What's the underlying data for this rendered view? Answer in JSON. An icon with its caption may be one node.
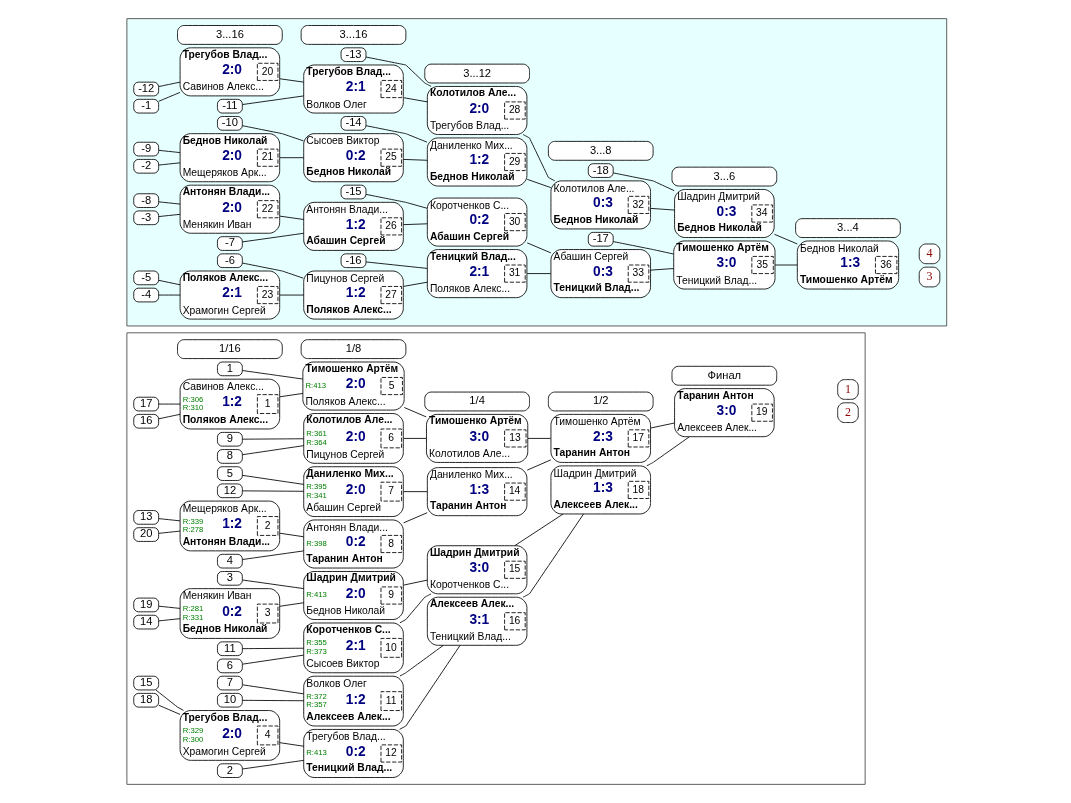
{
  "diagram": {
    "nodes": [
      {
        "text": [],
        "shape": "box"
      },
      {
        "text": [
          "1/16"
        ],
        "in": 0
      },
      {
        "text": [
          "1/8"
        ],
        "in": 0
      },
      {
        "text": [
          "1/4"
        ],
        "in": 0
      },
      {
        "text": [
          "1/2"
        ],
        "in": 0
      },
      {
        "text": [
          "Финал"
        ],
        "in": 0
      },
      {
        "text": [
          "17"
        ],
        "in": 0
      },
      {
        "text": [
          "16"
        ],
        "in": 0
      },
      {
        "text": [
          "13"
        ],
        "in": 0
      },
      {
        "text": [
          "20"
        ],
        "in": 0
      },
      {
        "text": [
          "19"
        ],
        "in": 0
      },
      {
        "text": [
          "14"
        ],
        "in": 0
      },
      {
        "text": [
          "15"
        ],
        "in": 0
      },
      {
        "text": [
          "18"
        ],
        "in": 0
      },
      {
        "text": [
          "Савинов Алекс...",
          "R:306",
          "R:310",
          "1:2",
          "1",
          "Поляков Алекс..."
        ],
        "in": 0
      },
      {
        "text": [
          "Мещеряков Арк...",
          "R:339",
          "R:278",
          "1:2",
          "2",
          "Антонян Влади..."
        ],
        "in": 0
      },
      {
        "text": [
          "Менякин Иван",
          "R:281",
          "R:331",
          "0:2",
          "3",
          "Беднов Николай"
        ],
        "in": 0
      },
      {
        "text": [
          "Трегубов Влад...",
          "R:329",
          "R:300",
          "2:0",
          "4",
          "Храмогин Сергей"
        ],
        "in": 0
      },
      {
        "text": [
          "1"
        ],
        "in": 0
      },
      {
        "text": [
          "9"
        ],
        "in": 0
      },
      {
        "text": [
          "8"
        ],
        "in": 0
      },
      {
        "text": [
          "5"
        ],
        "in": 0
      },
      {
        "text": [
          "12"
        ],
        "in": 0
      },
      {
        "text": [
          "4"
        ],
        "in": 0
      },
      {
        "text": [
          "3"
        ],
        "in": 0
      },
      {
        "text": [
          "11"
        ],
        "in": 0
      },
      {
        "text": [
          "6"
        ],
        "in": 0
      },
      {
        "text": [
          "7"
        ],
        "in": 0
      },
      {
        "text": [
          "10"
        ],
        "in": 0
      },
      {
        "text": [
          "2"
        ],
        "in": 0
      },
      {
        "text": [
          "Тимошенко Артём",
          "R:413",
          "2:0",
          "5",
          "Поляков Алекс..."
        ],
        "in": 0
      },
      {
        "text": [
          "Колотилов Але...",
          "R:361",
          "R:364",
          "2:0",
          "6",
          "Пицунов Сергей"
        ],
        "in": 0
      },
      {
        "text": [
          "Даниленко Мих...",
          "R:395",
          "R:341",
          "2:0",
          "7",
          "Абашин Сергей"
        ],
        "in": 0
      },
      {
        "text": [
          "Антонян Влади...",
          "R:398",
          "0:2",
          "8",
          "Таранин Антон"
        ],
        "in": 0
      },
      {
        "text": [
          "Шадрин Дмитрий",
          "R:413",
          "2:0",
          "9",
          "Беднов Николай"
        ],
        "in": 0
      },
      {
        "text": [
          "Коротченков С...",
          "R:355",
          "R:373",
          "2:1",
          "10",
          "Сысоев Виктор"
        ],
        "in": 0
      },
      {
        "text": [
          "Волков Олег",
          "R:372",
          "R:357",
          "1:2",
          "11",
          "Алексеев Алек..."
        ],
        "in": 0
      },
      {
        "text": [
          "Трегубов Влад...",
          "R:413",
          "0:2",
          "12",
          "Теницкий Влад..."
        ],
        "in": 0
      },
      {
        "text": [
          "Тимошенко Артём",
          "3:0",
          "13",
          "Колотилов Але..."
        ],
        "in": 0
      },
      {
        "text": [
          "Даниленко Мих...",
          "1:3",
          "14",
          "Таранин Антон"
        ],
        "in": 0
      },
      {
        "text": [
          "Шадрин Дмитрий",
          "3:0",
          "15",
          "Коротченков С..."
        ],
        "in": 0
      },
      {
        "text": [
          "Алексеев Алек...",
          "3:1",
          "16",
          "Теницкий Влад..."
        ],
        "in": 0
      },
      {
        "text": [
          "Тимошенко Артём",
          "2:3",
          "17",
          "Таранин Антон"
        ],
        "in": 0
      },
      {
        "text": [
          "Шадрин Дмитрий",
          "1:3",
          "18",
          "Алексеев Алек..."
        ],
        "in": 0
      },
      {
        "text": [
          "Таранин Антон",
          "3:0",
          "19",
          "Алексеев Алек..."
        ],
        "in": 0
      },
      {
        "text": [
          "1"
        ],
        "in": 0
      },
      {
        "text": [
          "2"
        ],
        "in": 0
      },
      {
        "text": [],
        "shape": "box"
      },
      {
        "text": [
          "3...16"
        ],
        "in": 47
      },
      {
        "text": [
          "3...16"
        ],
        "in": 47
      },
      {
        "text": [
          "3...12"
        ],
        "in": 47
      },
      {
        "text": [
          "3...8"
        ],
        "in": 47
      },
      {
        "text": [
          "3...6"
        ],
        "in": 47
      },
      {
        "text": [
          "3...4"
        ],
        "in": 47
      },
      {
        "text": [
          "-12"
        ],
        "in": 47
      },
      {
        "text": [
          "-1"
        ],
        "in": 47
      },
      {
        "text": [
          "-9"
        ],
        "in": 47
      },
      {
        "text": [
          "-2"
        ],
        "in": 47
      },
      {
        "text": [
          "-8"
        ],
        "in": 47
      },
      {
        "text": [
          "-3"
        ],
        "in": 47
      },
      {
        "text": [
          "-5"
        ],
        "in": 47
      },
      {
        "text": [
          "-4"
        ],
        "in": 47
      },
      {
        "text": [
          "Трегубов Влад...",
          "2:0",
          "20",
          "Савинов Алекс..."
        ],
        "in": 47
      },
      {
        "text": [
          "Беднов Николай",
          "2:0",
          "21",
          "Мещеряков Арк..."
        ],
        "in": 47
      },
      {
        "text": [
          "Антонян Влади...",
          "2:0",
          "22",
          "Менякин Иван"
        ],
        "in": 47
      },
      {
        "text": [
          "Поляков Алекс...",
          "2:1",
          "23",
          "Храмогин Сергей"
        ],
        "in": 47
      },
      {
        "text": [
          "-11"
        ],
        "in": 47
      },
      {
        "text": [
          "-10"
        ],
        "in": 47
      },
      {
        "text": [
          "-7"
        ],
        "in": 47
      },
      {
        "text": [
          "-6"
        ],
        "in": 47
      },
      {
        "text": [
          "Трегубов Влад...",
          "2:1",
          "24",
          "Волков Олег"
        ],
        "in": 47
      },
      {
        "text": [
          "Сысоев Виктор",
          "0:2",
          "25",
          "Беднов Николай"
        ],
        "in": 47
      },
      {
        "text": [
          "Антонян Влади...",
          "1:2",
          "26",
          "Абашин Сергей"
        ],
        "in": 47
      },
      {
        "text": [
          "Пицунов Сергей",
          "1:2",
          "27",
          "Поляков Алекс..."
        ],
        "in": 47
      },
      {
        "text": [
          "-13"
        ],
        "in": 47
      },
      {
        "text": [
          "-14"
        ],
        "in": 47
      },
      {
        "text": [
          "-15"
        ],
        "in": 47
      },
      {
        "text": [
          "-16"
        ],
        "in": 47
      },
      {
        "text": [
          "Колотилов Але...",
          "2:0",
          "28",
          "Трегубов Влад..."
        ],
        "in": 47
      },
      {
        "text": [
          "Даниленко Мих...",
          "1:2",
          "29",
          "Беднов Николай"
        ],
        "in": 47
      },
      {
        "text": [
          "Коротченков С...",
          "0:2",
          "30",
          "Абашин Сергей"
        ],
        "in": 47
      },
      {
        "text": [
          "Теницкий Влад...",
          "2:1",
          "31",
          "Поляков Алекс..."
        ],
        "in": 47
      },
      {
        "text": [
          "Колотилов Але...",
          "0:3",
          "32",
          "Беднов Николай"
        ],
        "in": 47
      },
      {
        "text": [
          "Абашин Сергей",
          "0:3",
          "33",
          "Теницкий Влад..."
        ],
        "in": 47
      },
      {
        "text": [
          "-18"
        ],
        "in": 47
      },
      {
        "text": [
          "-17"
        ],
        "in": 47
      },
      {
        "text": [
          "Шадрин Дмитрий",
          "0:3",
          "34",
          "Беднов Николай"
        ],
        "in": 47
      },
      {
        "text": [
          "Тимошенко Артём",
          "3:0",
          "35",
          "Теницкий Влад..."
        ],
        "in": 47
      },
      {
        "text": [
          "Беднов Николай",
          "1:3",
          "36",
          "Тимошенко Артём"
        ],
        "in": 47
      },
      {
        "text": [
          "4"
        ],
        "in": 47
      },
      {
        "text": [
          "3"
        ],
        "in": 47
      }
    ],
    "edges": [
      {
        "from": 6,
        "to": 14,
        "arrow": "none"
      },
      {
        "from": 7,
        "to": 14,
        "arrow": "none"
      },
      {
        "from": 8,
        "to": 15,
        "arrow": "none"
      },
      {
        "from": 9,
        "to": 15,
        "arrow": "none"
      },
      {
        "from": 10,
        "to": 16,
        "arrow": "none"
      },
      {
        "from": 11,
        "to": 16,
        "arrow": "none"
      },
      {
        "from": 12,
        "to": 17,
        "arrow": "none"
      },
      {
        "from": 13,
        "to": 17,
        "arrow": "none"
      },
      {
        "from": 18,
        "to": 30,
        "arrow": "none"
      },
      {
        "from": 14,
        "to": 30,
        "arrow": "none"
      },
      {
        "from": 19,
        "to": 31,
        "arrow": "none"
      },
      {
        "from": 20,
        "to": 31,
        "arrow": "none"
      },
      {
        "from": 21,
        "to": 32,
        "arrow": "none"
      },
      {
        "from": 22,
        "to": 32,
        "arrow": "none"
      },
      {
        "from": 15,
        "to": 33,
        "arrow": "none"
      },
      {
        "from": 23,
        "to": 33,
        "arrow": "none"
      },
      {
        "from": 24,
        "to": 34,
        "arrow": "none"
      },
      {
        "from": 16,
        "to": 34,
        "arrow": "none"
      },
      {
        "from": 25,
        "to": 35,
        "arrow": "none"
      },
      {
        "from": 26,
        "to": 35,
        "arrow": "none"
      },
      {
        "from": 27,
        "to": 36,
        "arrow": "none"
      },
      {
        "from": 28,
        "to": 36,
        "arrow": "none"
      },
      {
        "from": 17,
        "to": 37,
        "arrow": "none"
      },
      {
        "from": 29,
        "to": 37,
        "arrow": "none"
      },
      {
        "from": 30,
        "to": 38,
        "arrow": "none"
      },
      {
        "from": 31,
        "to": 38,
        "arrow": "none"
      },
      {
        "from": 32,
        "to": 39,
        "arrow": "none"
      },
      {
        "from": 33,
        "to": 39,
        "arrow": "none"
      },
      {
        "from": 34,
        "to": 40,
        "arrow": "none"
      },
      {
        "from": 35,
        "to": 40,
        "arrow": "none"
      },
      {
        "from": 36,
        "to": 41,
        "arrow": "none"
      },
      {
        "from": 37,
        "to": 41,
        "arrow": "none"
      },
      {
        "from": 38,
        "to": 42,
        "arrow": "none"
      },
      {
        "from": 39,
        "to": 42,
        "arrow": "none"
      },
      {
        "from": 40,
        "to": 43,
        "arrow": "none"
      },
      {
        "from": 41,
        "to": 43,
        "arrow": "none"
      },
      {
        "from": 42,
        "to": 44,
        "arrow": "none"
      },
      {
        "from": 43,
        "to": 44,
        "arrow": "none"
      },
      {
        "from": 54,
        "to": 62,
        "arrow": "none"
      },
      {
        "from": 55,
        "to": 62,
        "arrow": "none"
      },
      {
        "from": 56,
        "to": 63,
        "arrow": "none"
      },
      {
        "from": 57,
        "to": 63,
        "arrow": "none"
      },
      {
        "from": 58,
        "to": 64,
        "arrow": "none"
      },
      {
        "from": 59,
        "to": 64,
        "arrow": "none"
      },
      {
        "from": 60,
        "to": 65,
        "arrow": "none"
      },
      {
        "from": 61,
        "to": 65,
        "arrow": "none"
      },
      {
        "from": 62,
        "to": 70,
        "arrow": "none"
      },
      {
        "from": 66,
        "to": 70,
        "arrow": "none"
      },
      {
        "from": 67,
        "to": 71,
        "arrow": "none"
      },
      {
        "from": 63,
        "to": 71,
        "arrow": "none"
      },
      {
        "from": 64,
        "to": 72,
        "arrow": "none"
      },
      {
        "from": 68,
        "to": 72,
        "arrow": "none"
      },
      {
        "from": 69,
        "to": 73,
        "arrow": "none"
      },
      {
        "from": 65,
        "to": 73,
        "arrow": "none"
      },
      {
        "from": 74,
        "to": 78,
        "arrow": "none"
      },
      {
        "from": 70,
        "to": 78,
        "arrow": "none"
      },
      {
        "from": 75,
        "to": 79,
        "arrow": "none"
      },
      {
        "from": 71,
        "to": 79,
        "arrow": "none"
      },
      {
        "from": 76,
        "to": 80,
        "arrow": "none"
      },
      {
        "from": 72,
        "to": 80,
        "arrow": "none"
      },
      {
        "from": 77,
        "to": 81,
        "arrow": "none"
      },
      {
        "from": 73,
        "to": 81,
        "arrow": "none"
      },
      {
        "from": 78,
        "to": 82,
        "arrow": "none"
      },
      {
        "from": 79,
        "to": 82,
        "arrow": "none"
      },
      {
        "from": 80,
        "to": 83,
        "arrow": "none"
      },
      {
        "from": 81,
        "to": 83,
        "arrow": "none"
      },
      {
        "from": 84,
        "to": 86,
        "arrow": "none"
      },
      {
        "from": 82,
        "to": 86,
        "arrow": "none"
      },
      {
        "from": 85,
        "to": 87,
        "arrow": "none"
      },
      {
        "from": 83,
        "to": 87,
        "arrow": "none"
      },
      {
        "from": 86,
        "to": 88,
        "arrow": "none"
      },
      {
        "from": 87,
        "to": 88,
        "arrow": "none"
      }
    ]
  }
}
